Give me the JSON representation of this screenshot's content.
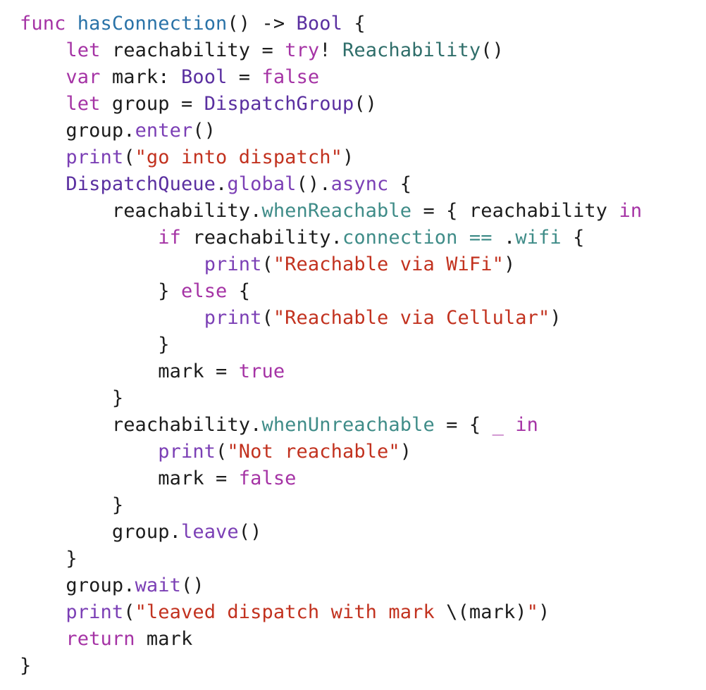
{
  "colors": {
    "background": "#ffffff",
    "plain": "#1c1c1c",
    "keyword": "#a533a5",
    "function_name": "#2a73a8",
    "type": "#5a2fa0",
    "class_name": "#2f6e6a",
    "method": "#7b3fb5",
    "property": "#3f8c88",
    "string": "#c2321f"
  },
  "code_lines": [
    [
      [
        "kw",
        "func"
      ],
      [
        "plain",
        " "
      ],
      [
        "fn",
        "hasConnection"
      ],
      [
        "plain",
        "() -> "
      ],
      [
        "type",
        "Bool"
      ],
      [
        "plain",
        " {"
      ]
    ],
    [
      [
        "plain",
        "    "
      ],
      [
        "kw",
        "let"
      ],
      [
        "plain",
        " reachability = "
      ],
      [
        "kw",
        "try"
      ],
      [
        "plain",
        "! "
      ],
      [
        "teal",
        "Reachability"
      ],
      [
        "plain",
        "()"
      ]
    ],
    [
      [
        "plain",
        "    "
      ],
      [
        "kw",
        "var"
      ],
      [
        "plain",
        " mark: "
      ],
      [
        "type",
        "Bool"
      ],
      [
        "plain",
        " = "
      ],
      [
        "kw",
        "false"
      ]
    ],
    [
      [
        "plain",
        "    "
      ],
      [
        "kw",
        "let"
      ],
      [
        "plain",
        " group = "
      ],
      [
        "type",
        "DispatchGroup"
      ],
      [
        "plain",
        "()"
      ]
    ],
    [
      [
        "plain",
        "    group."
      ],
      [
        "method",
        "enter"
      ],
      [
        "plain",
        "()"
      ]
    ],
    [
      [
        "plain",
        "    "
      ],
      [
        "method",
        "print"
      ],
      [
        "plain",
        "("
      ],
      [
        "str",
        "\"go into dispatch\""
      ],
      [
        "plain",
        ")"
      ]
    ],
    [
      [
        "plain",
        "    "
      ],
      [
        "type",
        "DispatchQueue"
      ],
      [
        "plain",
        "."
      ],
      [
        "method",
        "global"
      ],
      [
        "plain",
        "()."
      ],
      [
        "method",
        "async"
      ],
      [
        "plain",
        " {"
      ]
    ],
    [
      [
        "plain",
        "        reachability."
      ],
      [
        "prop",
        "whenReachable"
      ],
      [
        "plain",
        " = { reachability "
      ],
      [
        "kw",
        "in"
      ]
    ],
    [
      [
        "plain",
        "            "
      ],
      [
        "kw",
        "if"
      ],
      [
        "plain",
        " reachability."
      ],
      [
        "prop",
        "connection"
      ],
      [
        "plain",
        " "
      ],
      [
        "prop",
        "=="
      ],
      [
        "plain",
        " ."
      ],
      [
        "prop",
        "wifi"
      ],
      [
        "plain",
        " {"
      ]
    ],
    [
      [
        "plain",
        "                "
      ],
      [
        "method",
        "print"
      ],
      [
        "plain",
        "("
      ],
      [
        "str",
        "\"Reachable via WiFi\""
      ],
      [
        "plain",
        ")"
      ]
    ],
    [
      [
        "plain",
        "            } "
      ],
      [
        "kw",
        "else"
      ],
      [
        "plain",
        " {"
      ]
    ],
    [
      [
        "plain",
        "                "
      ],
      [
        "method",
        "print"
      ],
      [
        "plain",
        "("
      ],
      [
        "str",
        "\"Reachable via Cellular\""
      ],
      [
        "plain",
        ")"
      ]
    ],
    [
      [
        "plain",
        "            }"
      ]
    ],
    [
      [
        "plain",
        "            mark = "
      ],
      [
        "kw",
        "true"
      ]
    ],
    [
      [
        "plain",
        "        }"
      ]
    ],
    [
      [
        "plain",
        "        reachability."
      ],
      [
        "prop",
        "whenUnreachable"
      ],
      [
        "plain",
        " = { "
      ],
      [
        "kw",
        "_"
      ],
      [
        "plain",
        " "
      ],
      [
        "kw",
        "in"
      ]
    ],
    [
      [
        "plain",
        "            "
      ],
      [
        "method",
        "print"
      ],
      [
        "plain",
        "("
      ],
      [
        "str",
        "\"Not reachable\""
      ],
      [
        "plain",
        ")"
      ]
    ],
    [
      [
        "plain",
        "            mark = "
      ],
      [
        "kw",
        "false"
      ]
    ],
    [
      [
        "plain",
        "        }"
      ]
    ],
    [
      [
        "plain",
        "        group."
      ],
      [
        "method",
        "leave"
      ],
      [
        "plain",
        "()"
      ]
    ],
    [
      [
        "plain",
        "    }"
      ]
    ],
    [
      [
        "plain",
        "    group."
      ],
      [
        "method",
        "wait"
      ],
      [
        "plain",
        "()"
      ]
    ],
    [
      [
        "plain",
        "    "
      ],
      [
        "method",
        "print"
      ],
      [
        "plain",
        "("
      ],
      [
        "str",
        "\"leaved dispatch with mark "
      ],
      [
        "plain",
        "\\(mark)"
      ],
      [
        "str",
        "\""
      ],
      [
        "plain",
        ")"
      ]
    ],
    [
      [
        "plain",
        "    "
      ],
      [
        "kw",
        "return"
      ],
      [
        "plain",
        " mark"
      ]
    ],
    [
      [
        "plain",
        "}"
      ]
    ]
  ]
}
